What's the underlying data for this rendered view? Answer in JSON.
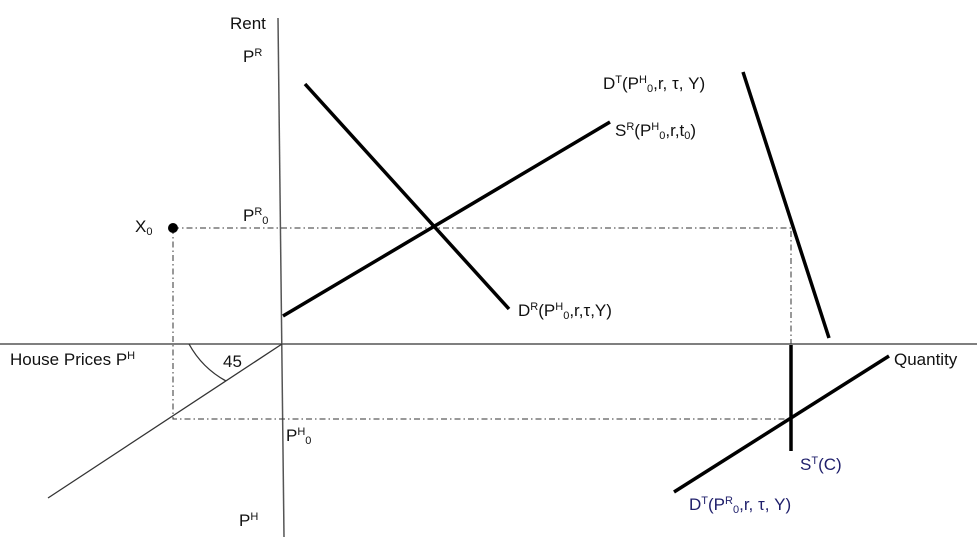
{
  "axes": {
    "rent": "Rent",
    "house_prices_prefix": "House Prices P",
    "house_prices_sup": "H",
    "quantity": "Quantity",
    "angle": "45"
  },
  "labels": {
    "pr_top": {
      "base": "P",
      "sup": "R"
    },
    "pr0": {
      "base": "P",
      "sup": "R",
      "sub": "0"
    },
    "x0": {
      "base": "X",
      "sub": "0"
    },
    "ph0": {
      "base": "P",
      "sup": "H",
      "sub": "0"
    },
    "ph_bottom": {
      "base": "P",
      "sup": "H"
    }
  },
  "curves": {
    "dt_upper": {
      "a": "D",
      "b": "T",
      "c": "(P",
      "d": "H",
      "e": "0",
      "f": ",r, τ, Y)"
    },
    "sr": {
      "a": "S",
      "b": "R",
      "c": "(P",
      "d": "H",
      "e": "0",
      "f": ",r,t",
      "g": "0",
      "h": ")"
    },
    "dr": {
      "a": "D",
      "b": "R",
      "c": "(P",
      "d": "H",
      "e": "0",
      "f": ",r,τ,Y)"
    },
    "st": {
      "a": "S",
      "b": "T",
      "c": "(C)"
    },
    "dt_lower": {
      "a": "D",
      "b": "T",
      "c": "(P",
      "d": "R",
      "e": "0",
      "f": ",r, τ, Y)"
    }
  }
}
